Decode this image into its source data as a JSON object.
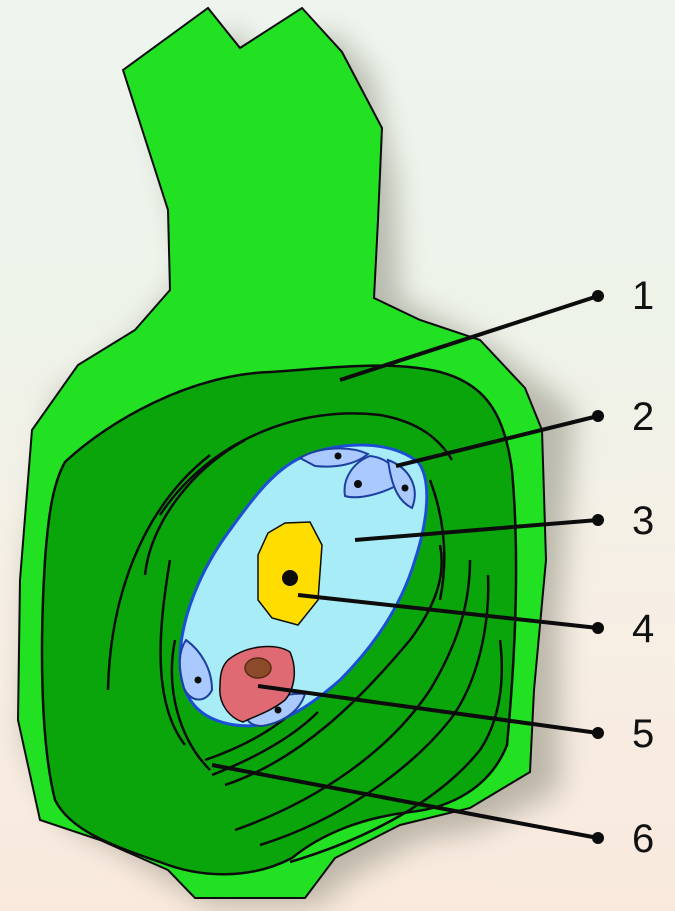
{
  "colors": {
    "outer_tissue": "#22e022",
    "inner_tissue": "#0aa50a",
    "embryo_sac": "#a8ecf7",
    "cells": "#a9c9ff",
    "central_nucleus": "#ffdd00",
    "egg_cell": "#e06a73",
    "outline": "#0c0c0c"
  },
  "labels": [
    {
      "id": "1",
      "text": "1"
    },
    {
      "id": "2",
      "text": "2"
    },
    {
      "id": "3",
      "text": "3"
    },
    {
      "id": "4",
      "text": "4"
    },
    {
      "id": "5",
      "text": "5"
    },
    {
      "id": "6",
      "text": "6"
    }
  ]
}
